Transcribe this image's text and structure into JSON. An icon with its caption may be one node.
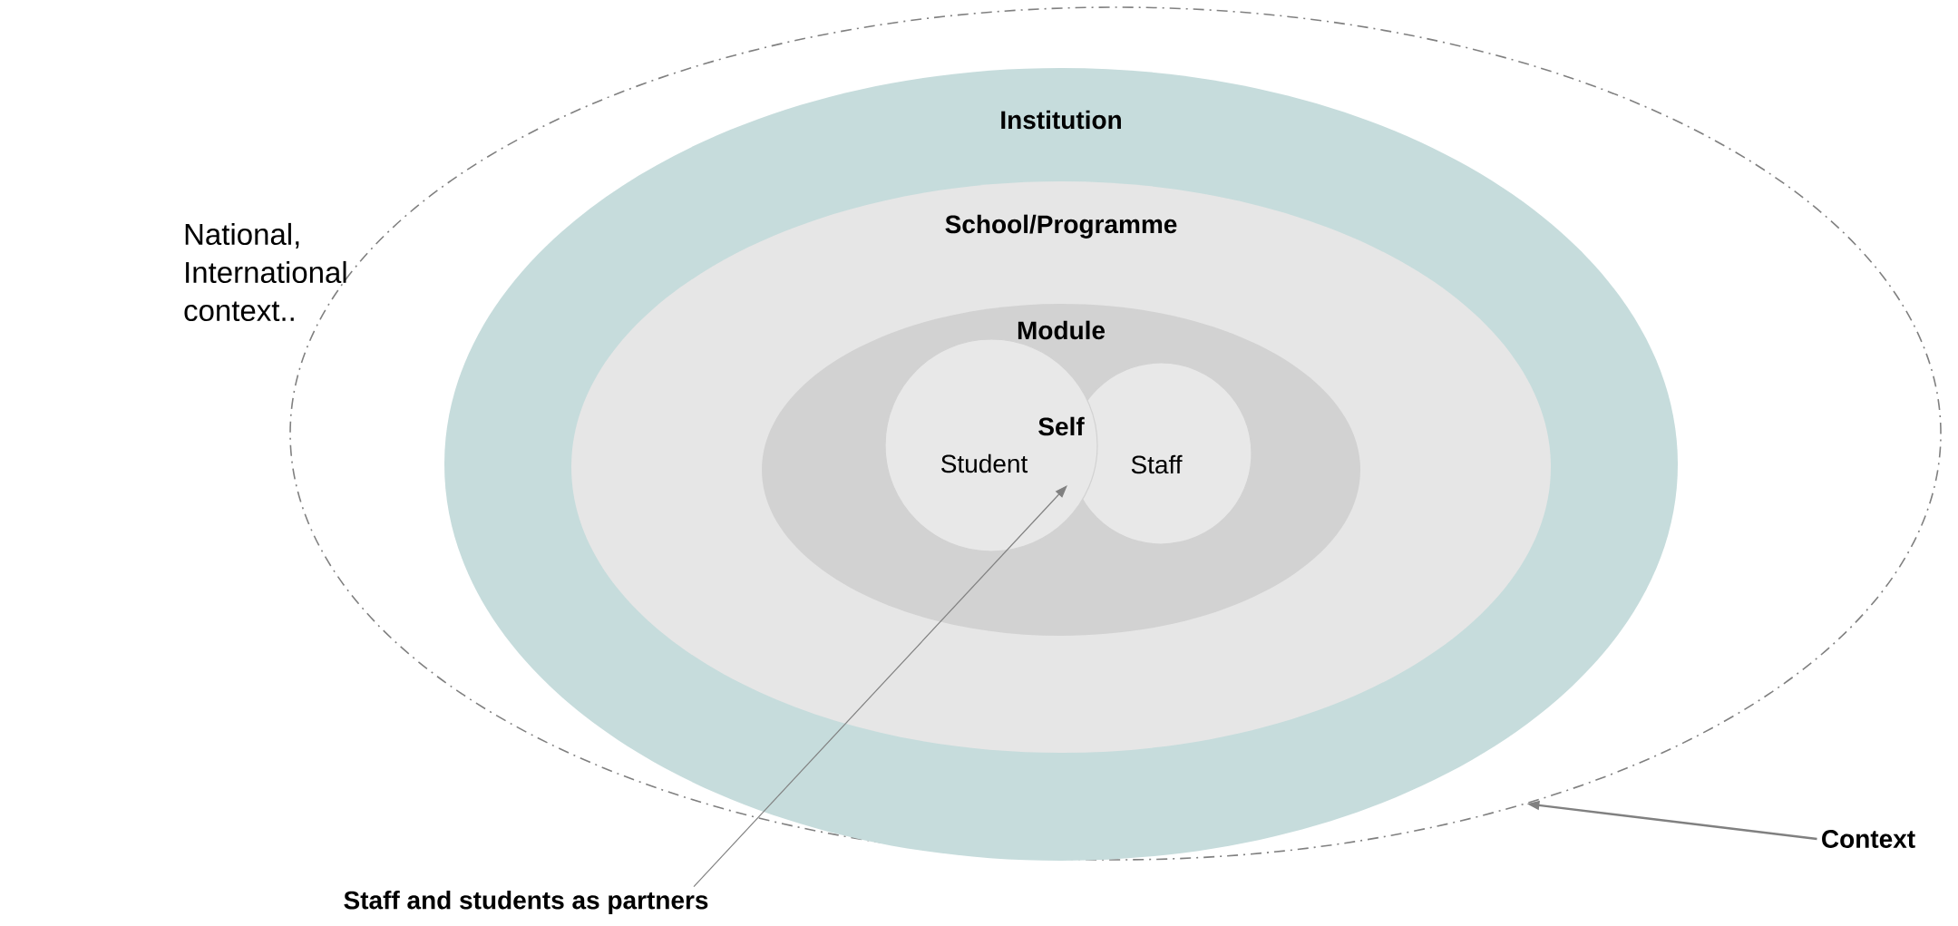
{
  "diagram": {
    "nodes": [
      {
        "text": [],
        "shape": "ellipse"
      },
      {
        "text": [
          "Institution"
        ],
        "in": 0
      },
      {
        "text": [
          "School/Programme"
        ],
        "in": 1
      },
      {
        "text": [
          "Module"
        ],
        "in": 2
      },
      {
        "text": [
          "Student"
        ],
        "in": 3
      },
      {
        "text": [
          "Staff"
        ],
        "in": 3
      },
      {
        "text": [
          "Context"
        ]
      },
      {
        "text": [
          "Staff and students as partners"
        ]
      }
    ],
    "edges": [
      {
        "from": 6,
        "to": 0,
        "arrow": "to"
      },
      {
        "from": 7,
        "to": 4,
        "arrow": "to"
      }
    ],
    "labels": [
      "National, International context..",
      "Self"
    ]
  }
}
